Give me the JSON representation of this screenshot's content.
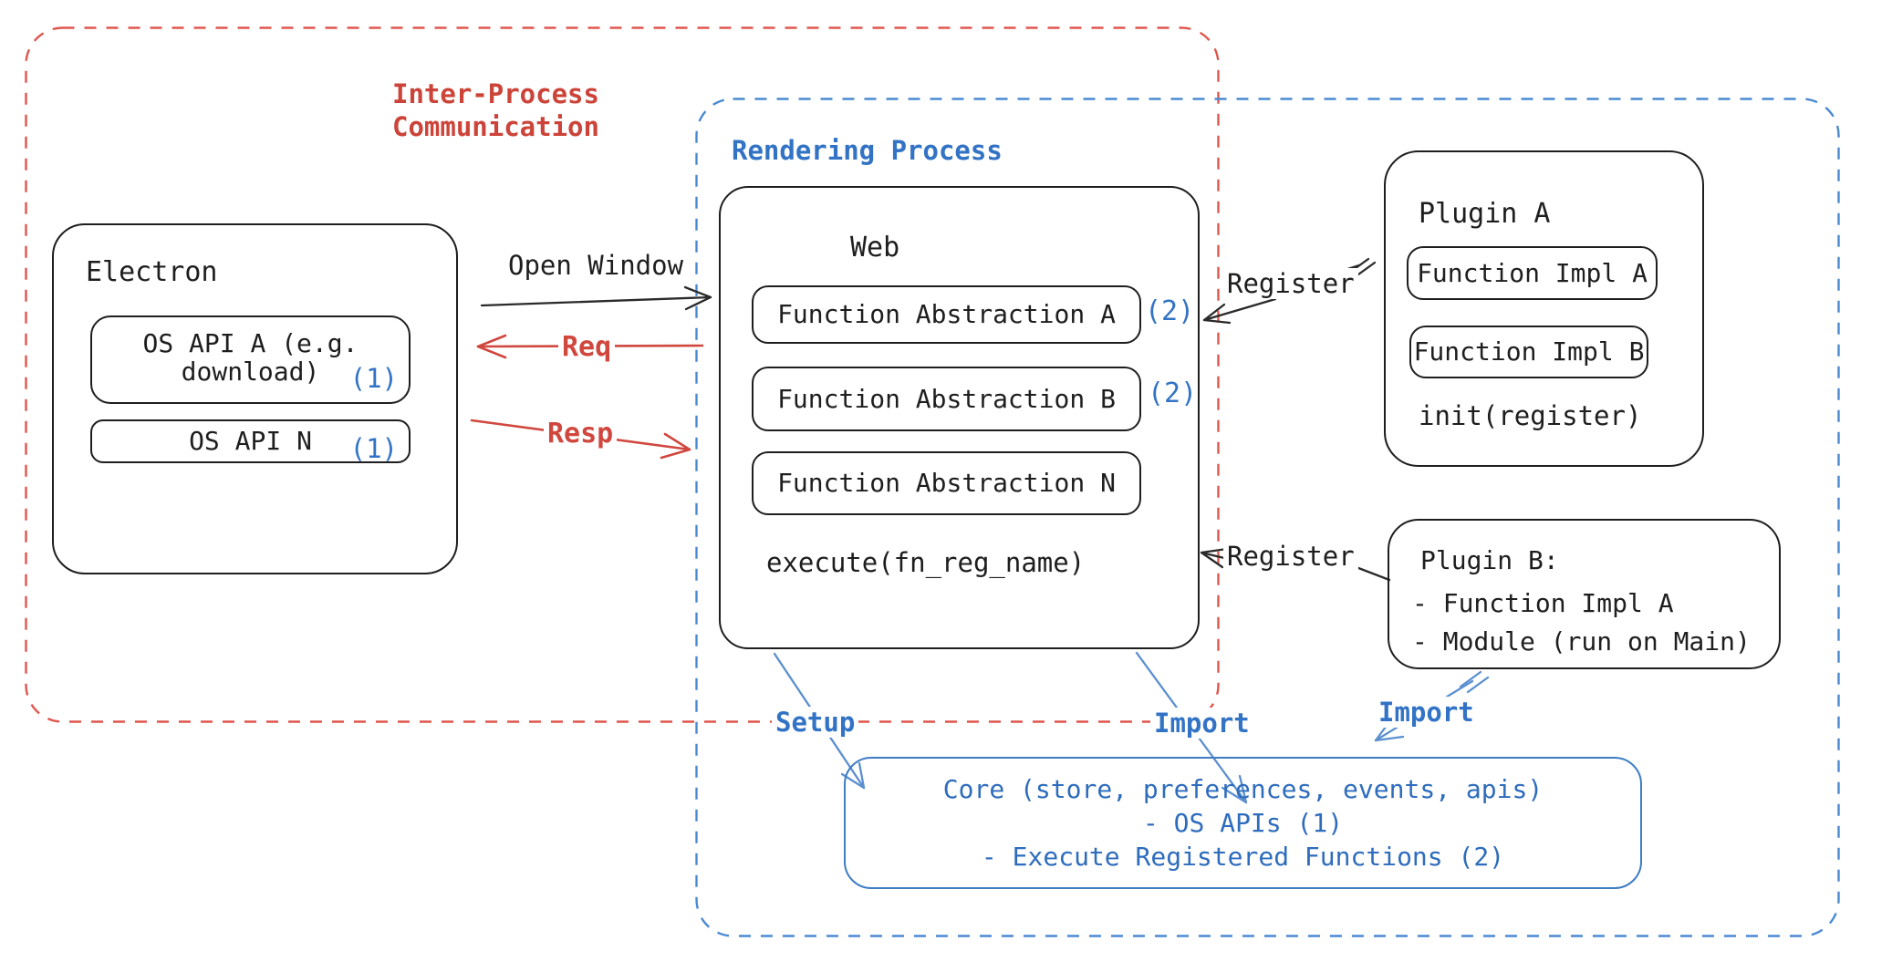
{
  "colors": {
    "ink": "#1e1e1e",
    "red_text": "#cc4439",
    "red_arrow": "#d0473e",
    "red_dash": "#e0564e",
    "blue_text": "#3273c5",
    "blue_dash": "#4a8ad2",
    "blue_arrow": "#5b8fd0",
    "core_stroke": "#3e7cc4",
    "core_text": "#2e6cbd"
  },
  "frames": {
    "ipc_label_line1": "Inter-Process",
    "ipc_label_line2": "Communication",
    "rendering_label": "Rendering Process"
  },
  "electron": {
    "title": "Electron",
    "api_a_line1": "OS API A (e.g.",
    "api_a_line2": "download)",
    "api_a_badge": "(1)",
    "api_n_label": "OS API N",
    "api_n_badge": "(1)"
  },
  "web": {
    "title": "Web",
    "fa_a": "Function Abstraction A",
    "fa_a_badge": "(2)",
    "fa_b": "Function Abstraction B",
    "fa_b_badge": "(2)",
    "fa_n": "Function Abstraction N",
    "execute_label": "execute(fn_reg_name)"
  },
  "plugin_a": {
    "title": "Plugin A",
    "impl_a": "Function Impl A",
    "impl_b": "Function Impl B",
    "init_label": "init(register)"
  },
  "plugin_b": {
    "title": "Plugin B:",
    "item_1": "- Function Impl A",
    "item_2": "- Module (run on Main)"
  },
  "core": {
    "line1": "Core (store, preferences, events, apis)",
    "line2": "- OS APIs (1)",
    "line3": "- Execute Registered Functions (2)"
  },
  "arrows": {
    "open_window": "Open Window",
    "req": "Req",
    "resp": "Resp",
    "register_a": "Register",
    "register_b": "Register",
    "setup": "Setup",
    "import_web": "Import",
    "import_plugin": "Import"
  }
}
